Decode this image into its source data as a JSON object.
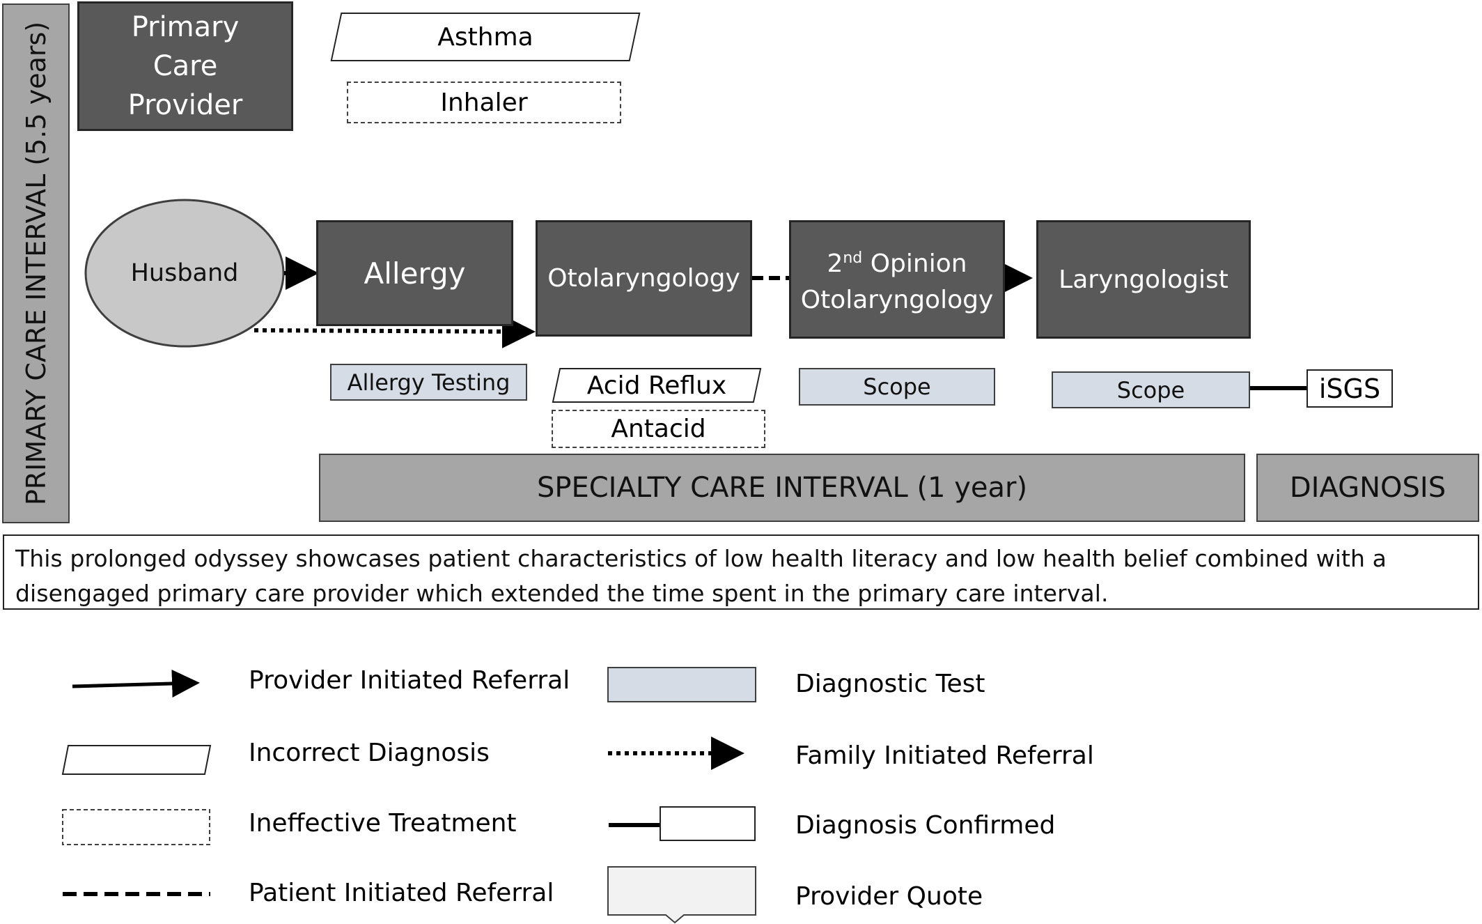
{
  "nodes": {
    "primary_care_interval": "PRIMARY CARE INTERVAL (5.5 years)",
    "primary_care_provider": "Primary Care Provider",
    "asthma": "Asthma",
    "inhaler": "Inhaler",
    "husband": "Husband",
    "allergy": "Allergy",
    "otolaryngology": "Otolaryngology",
    "second_opinion_num": "2",
    "second_opinion_sup": "nd",
    "second_opinion_rest": " Opinion",
    "second_opinion_line2": "Otolaryngology",
    "laryngologist": "Laryngologist",
    "allergy_testing": "Allergy Testing",
    "acid_reflux": "Acid Reflux",
    "antacid": "Antacid",
    "scope_1": "Scope",
    "scope_2": "Scope",
    "isgs": "iSGS",
    "specialty_care_interval": "SPECIALTY CARE INTERVAL (1 year)",
    "diagnosis": "DIAGNOSIS"
  },
  "caption": "This prolonged odyssey showcases patient characteristics of low health literacy and low health belief combined with a disengaged primary care provider which extended the time spent in the primary care interval.",
  "legend": {
    "provider_initiated_referral": "Provider Initiated Referral",
    "incorrect_diagnosis": "Incorrect Diagnosis",
    "ineffective_treatment": "Ineffective Treatment",
    "patient_initiated_referral": "Patient Initiated Referral",
    "diagnostic_test": "Diagnostic Test",
    "family_initiated_referral": "Family Initiated Referral",
    "diagnosis_confirmed": "Diagnosis Confirmed",
    "provider_quote": "Provider Quote"
  },
  "colors": {
    "provider_box": "#595959",
    "interval_band": "#a6a6a6",
    "diagnostic_test": "#d6dce5",
    "husband_node": "#c8c8c8"
  }
}
